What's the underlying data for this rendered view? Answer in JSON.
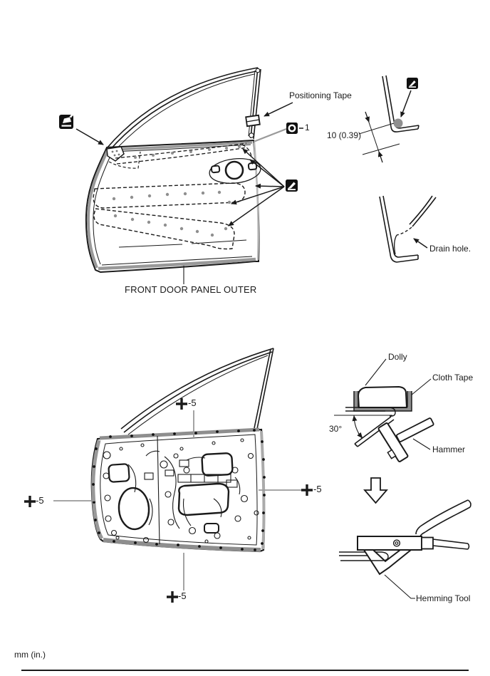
{
  "upper": {
    "caption": "FRONT DOOR PANEL OUTER",
    "labels": {
      "positioning_tape": "Positioning Tape",
      "callout_1": "1",
      "dimension": "10 (0.39)",
      "drain_hole": "Drain hole."
    }
  },
  "lower": {
    "labels": {
      "clearance": "-5",
      "dolly": "Dolly",
      "cloth_tape": "Cloth Tape",
      "angle": "30°",
      "hammer": "Hammer",
      "hemming_tool": "Hemming Tool"
    }
  },
  "footer": {
    "units_note": "mm (in.)"
  },
  "icons": {
    "sealer_applicator": "black-square-applicator-glyph",
    "sealer_ring": "black-square-ring-glyph",
    "sealer_pencil": "black-square-pencil-glyph",
    "process_arrow": "hollow-down-arrow"
  },
  "colors": {
    "line": "#1a1a1a",
    "edge_shading": "#999999",
    "sealer_bead": "#8f8f8f",
    "leader_gray": "#9a9a9a"
  }
}
